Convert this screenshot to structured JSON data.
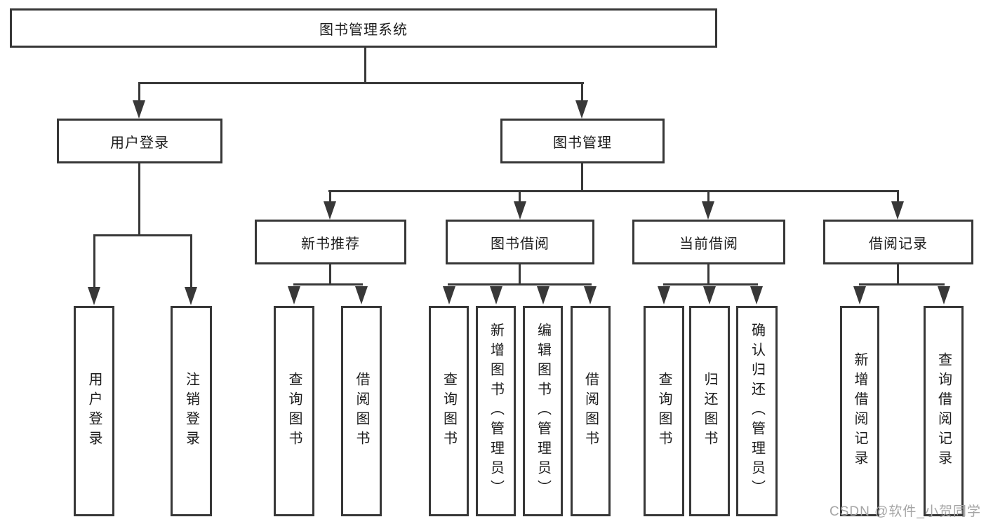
{
  "colors": {
    "line": "#383838",
    "box_border": "#373737",
    "text": "#1c1c1c",
    "background": "#ffffff",
    "watermark": "#a5a5a5"
  },
  "tree": {
    "root": {
      "label": "图书管理系统",
      "children": [
        {
          "label": "用户登录",
          "children": [
            {
              "label": "用户登录"
            },
            {
              "label": "注销登录"
            }
          ]
        },
        {
          "label": "图书管理",
          "children": [
            {
              "label": "新书推荐",
              "children": [
                {
                  "label": "查询图书"
                },
                {
                  "label": "借阅图书"
                }
              ]
            },
            {
              "label": "图书借阅",
              "children": [
                {
                  "label": "查询图书"
                },
                {
                  "label": "新增图书（管理员）"
                },
                {
                  "label": "编辑图书（管理员）"
                },
                {
                  "label": "借阅图书"
                }
              ]
            },
            {
              "label": "当前借阅",
              "children": [
                {
                  "label": "查询图书"
                },
                {
                  "label": "归还图书"
                },
                {
                  "label": "确认归还（管理员）"
                }
              ]
            },
            {
              "label": "借阅记录",
              "children": [
                {
                  "label": "新增借阅记录"
                },
                {
                  "label": "查询借阅记录"
                }
              ]
            }
          ]
        }
      ]
    }
  },
  "watermark": {
    "text": "CSDN @软件_小贺同学"
  }
}
